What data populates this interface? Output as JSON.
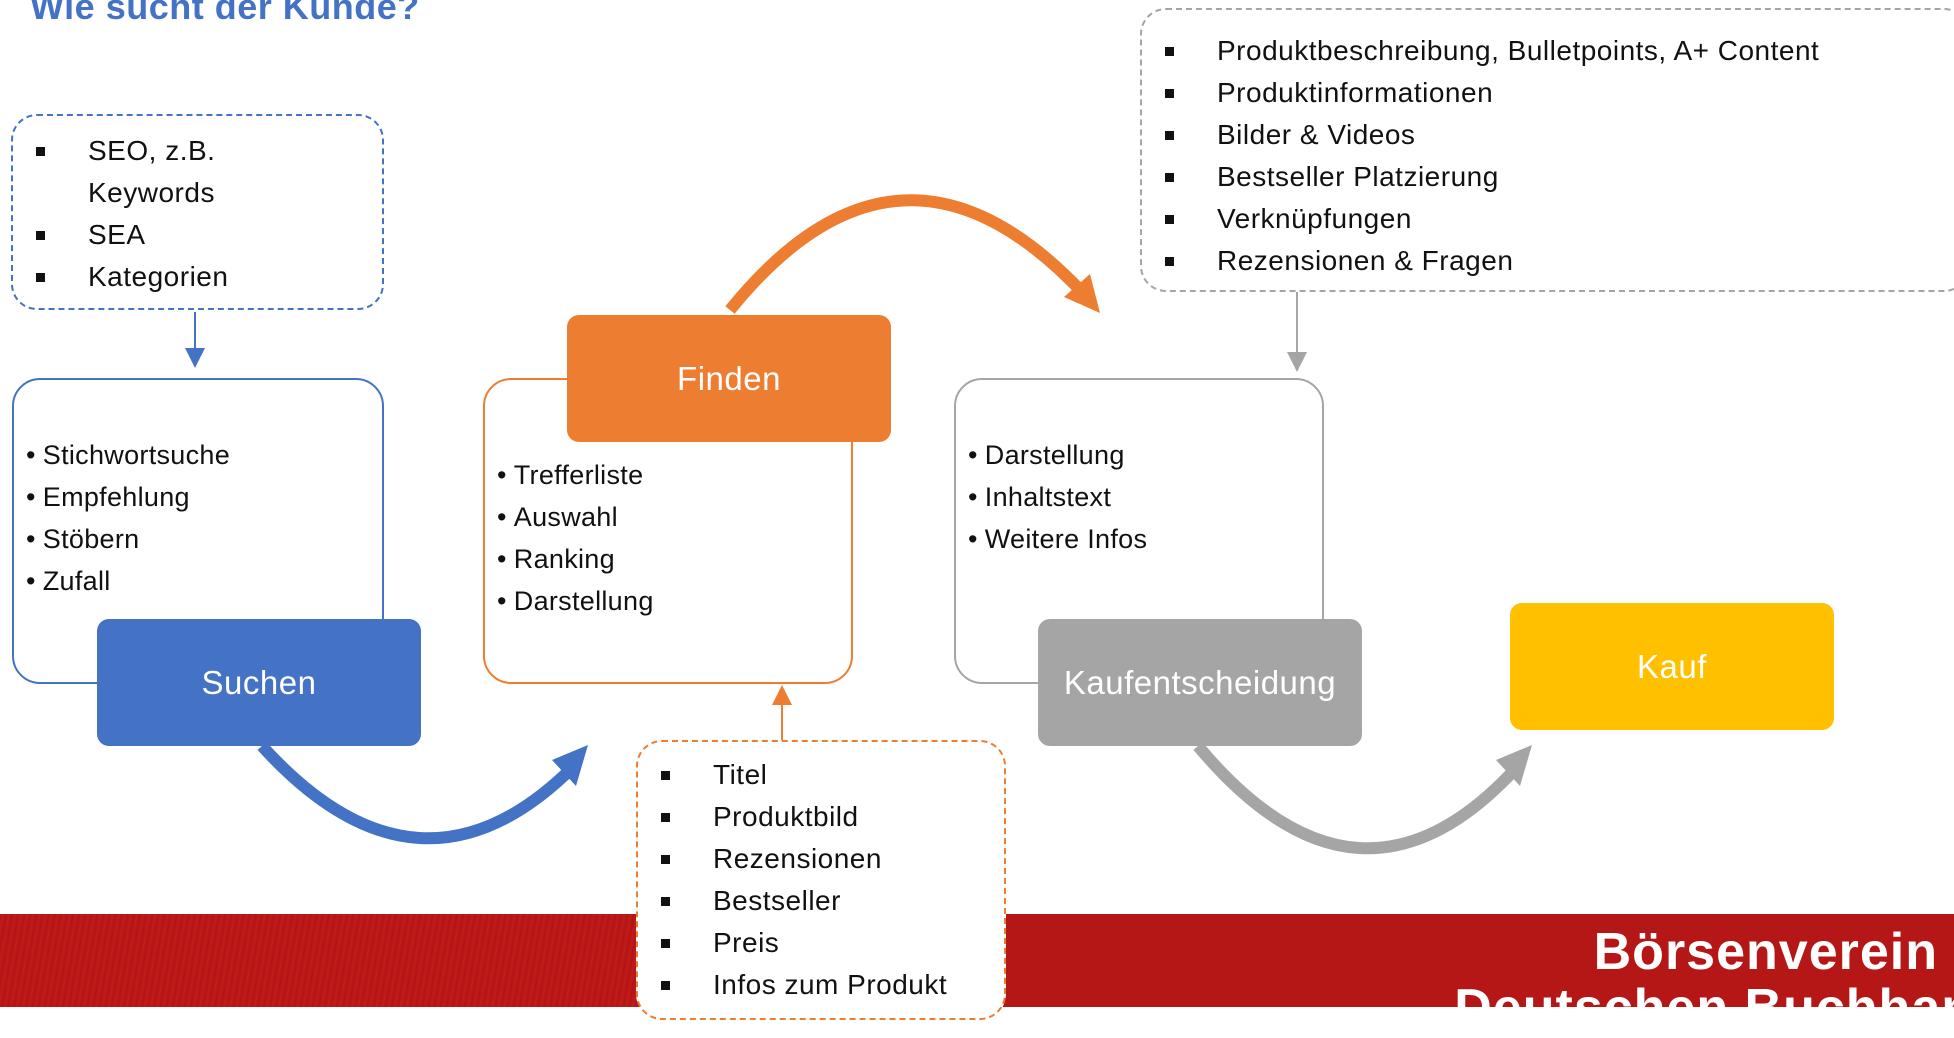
{
  "title": "Wie sucht der Kunde?",
  "colors": {
    "blue": "#4472c4",
    "orange": "#ed7d31",
    "gray": "#a5a5a5",
    "gold": "#ffc000",
    "footer": "#b51616"
  },
  "callout_seo": {
    "items": [
      "SEO, z.B. Keywords",
      "SEA",
      "Kategorien"
    ]
  },
  "callout_product": {
    "items": [
      "Titel",
      "Produktbild",
      "Rezensionen",
      "Bestseller",
      "Preis",
      "Infos zum Produkt"
    ]
  },
  "callout_listing": {
    "items": [
      "Produktbeschreibung, Bulletpoints, A+ Content",
      "Produktinformationen",
      "Bilder & Videos",
      "Bestseller Platzierung",
      "Verknüpfungen",
      "Rezensionen & Fragen"
    ]
  },
  "steps": {
    "suchen": {
      "label": "Suchen",
      "items": [
        "Stichwortsuche",
        "Empfehlung",
        "Stöbern",
        "Zufall"
      ]
    },
    "finden": {
      "label": "Finden",
      "items": [
        "Trefferliste",
        "Auswahl",
        "Ranking",
        "Darstellung"
      ]
    },
    "kaufentscheidung": {
      "label": "Kaufentscheidung",
      "items": [
        "Darstellung",
        "Inhaltstext",
        "Weitere Infos"
      ]
    },
    "kauf": {
      "label": "Kauf"
    }
  },
  "footer": {
    "brand_line1": "Börsenverein",
    "brand_line2": "Deutschen Buchhan"
  }
}
